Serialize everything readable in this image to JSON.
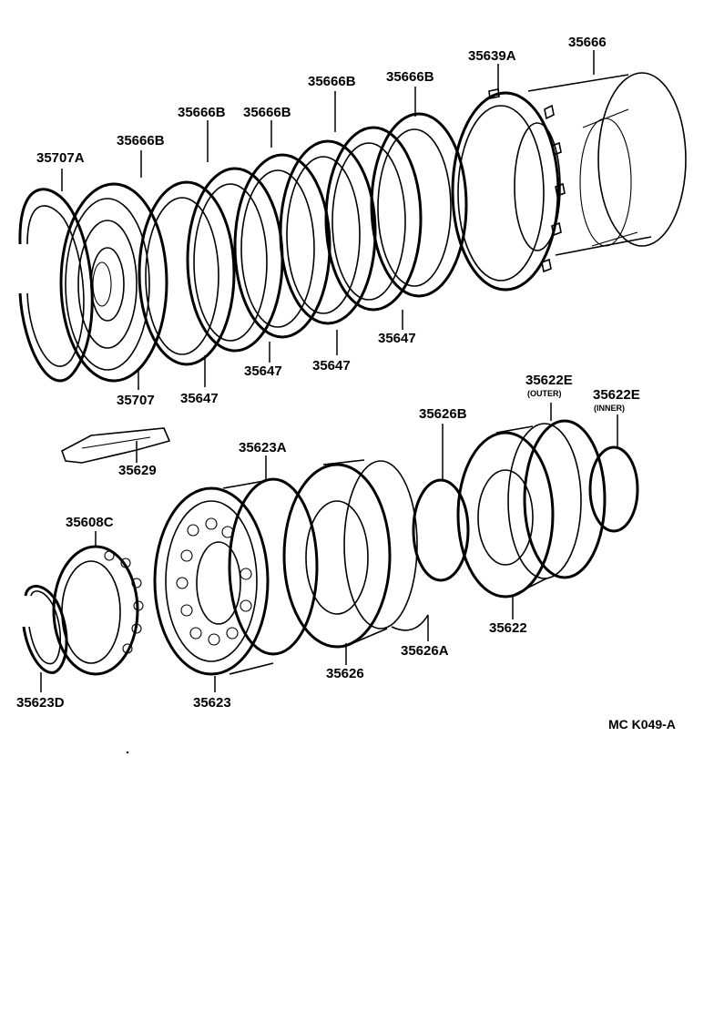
{
  "diagram": {
    "reference_code": "MC K049-A",
    "parts": {
      "p35666": "35666",
      "p35639A": "35639A",
      "p35666B_1": "35666B",
      "p35666B_2": "35666B",
      "p35666B_3": "35666B",
      "p35666B_4": "35666B",
      "p35666B_5": "35666B",
      "p35707A": "35707A",
      "p35707": "35707",
      "p35647_1": "35647",
      "p35647_2": "35647",
      "p35647_3": "35647",
      "p35647_4": "35647",
      "p35622E_outer": "35622E",
      "p35622E_outer_note": "(OUTER)",
      "p35622E_inner": "35622E",
      "p35622E_inner_note": "(INNER)",
      "p35626B": "35626B",
      "p35623A": "35623A",
      "p35629": "35629",
      "p35608C": "35608C",
      "p35622": "35622",
      "p35626A": "35626A",
      "p35626": "35626",
      "p35623": "35623",
      "p35623D": "35623D"
    }
  }
}
